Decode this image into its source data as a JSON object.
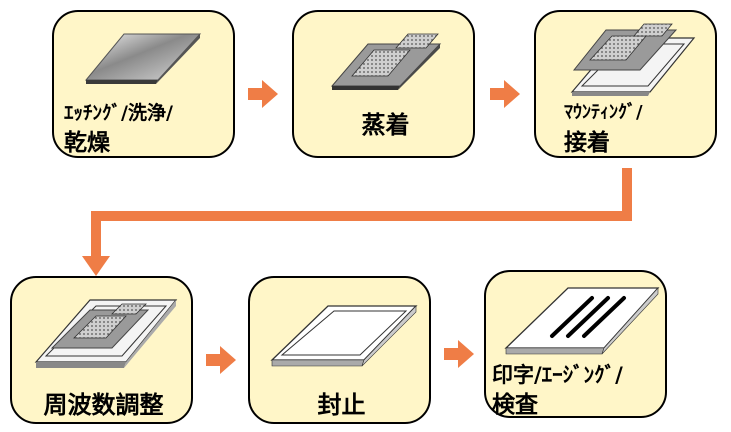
{
  "steps": [
    {
      "id": 1,
      "label_line1": "ｴｯﾁﾝｸﾞ/洗浄/",
      "label_line2": "乾燥"
    },
    {
      "id": 2,
      "label_line1": "蒸着",
      "label_line2": ""
    },
    {
      "id": 3,
      "label_line1": "ﾏｳﾝﾃｨﾝｸﾞ/",
      "label_line2": "接着"
    },
    {
      "id": 4,
      "label_line1": "周波数調整",
      "label_line2": ""
    },
    {
      "id": 5,
      "label_line1": "封止",
      "label_line2": ""
    },
    {
      "id": 6,
      "label_line1": "印字/ｴｰｼﾞﾝｸﾞ/",
      "label_line2": "検査"
    }
  ],
  "colors": {
    "box_fill": "#fff6c8",
    "arrow": "#ef7d46",
    "outline": "#000000"
  }
}
